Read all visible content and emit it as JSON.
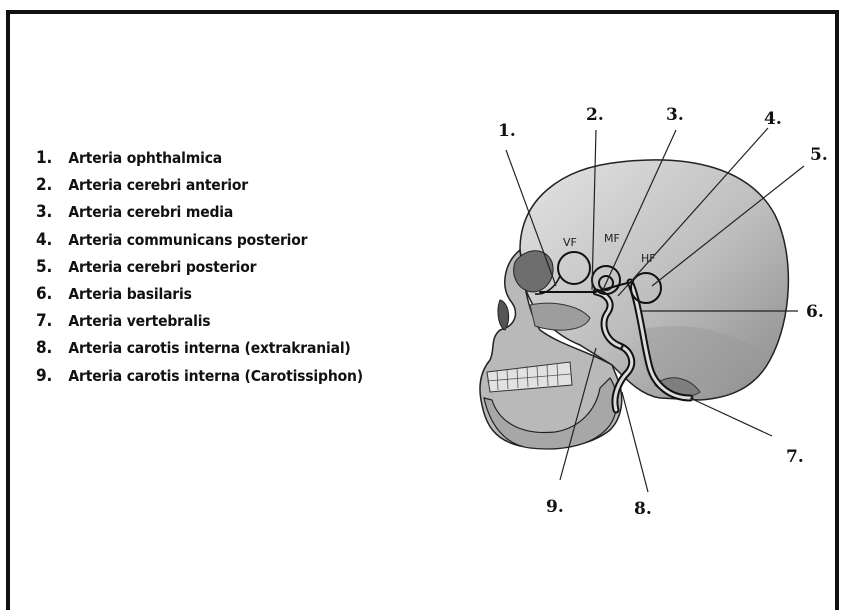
{
  "legend": [
    {
      "num": "1.",
      "label": "Arteria ophthalmica"
    },
    {
      "num": "2.",
      "label": "Arteria cerebri anterior"
    },
    {
      "num": "3.",
      "label": "Arteria cerebri media"
    },
    {
      "num": "4.",
      "label": "Arteria communicans posterior"
    },
    {
      "num": "5.",
      "label": "Arteria cerebri posterior"
    },
    {
      "num": "6.",
      "label": "Arteria basilaris"
    },
    {
      "num": "7.",
      "label": "Arteria vertebralis"
    },
    {
      "num": "8.",
      "label": "Arteria carotis interna (extrakranial)"
    },
    {
      "num": "9.",
      "label": "Arteria carotis interna  (Carotissiphon)"
    }
  ],
  "callouts": [
    "1.",
    "2.",
    "3.",
    "4.",
    "5.",
    "6.",
    "7.",
    "8.",
    "9."
  ],
  "zones": {
    "vf": "VF",
    "mf": "MF",
    "hf": "HF"
  },
  "colors": {
    "ink": "#111111",
    "skull_fill": "#c9c9c9",
    "skull_shade": "#8e8e8e",
    "background": "#ffffff"
  }
}
